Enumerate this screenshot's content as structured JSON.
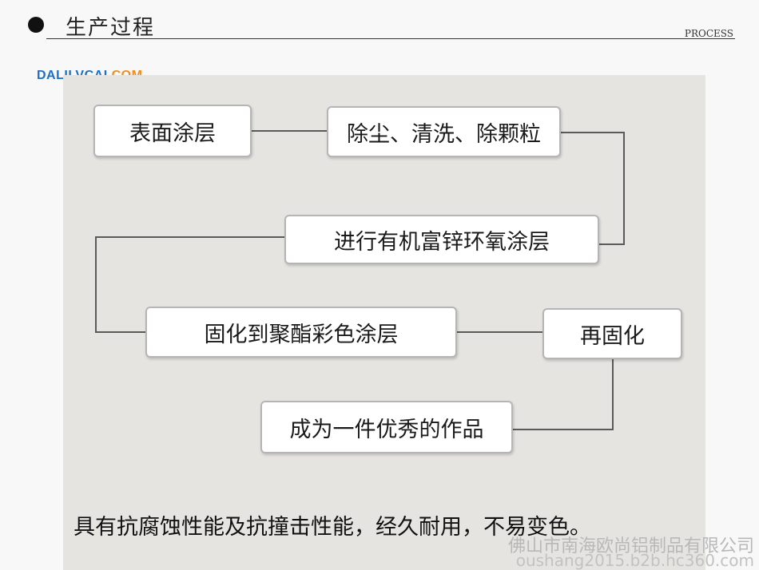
{
  "header": {
    "title": "生产过程",
    "subtitle": "PROCESS"
  },
  "brand": {
    "name_main": "DALILVCAI",
    "name_suffix": ".COM",
    "color_main": "#1e6fc6",
    "color_suffix": "#f28c1c"
  },
  "flow": {
    "steps": [
      "表面涂层",
      "除尘、清洗、除颗粒",
      "进行有机富锌环氧涂层",
      "固化到聚酯彩色涂层",
      "再固化",
      "成为一件优秀的作品"
    ],
    "caption": "具有抗腐蚀性能及抗撞击性能，经久耐用，不易变色。"
  },
  "watermark": {
    "company": "佛山市南海欧尚铝制品有限公司",
    "url": "oushang2015.b2b.hc360.com"
  }
}
